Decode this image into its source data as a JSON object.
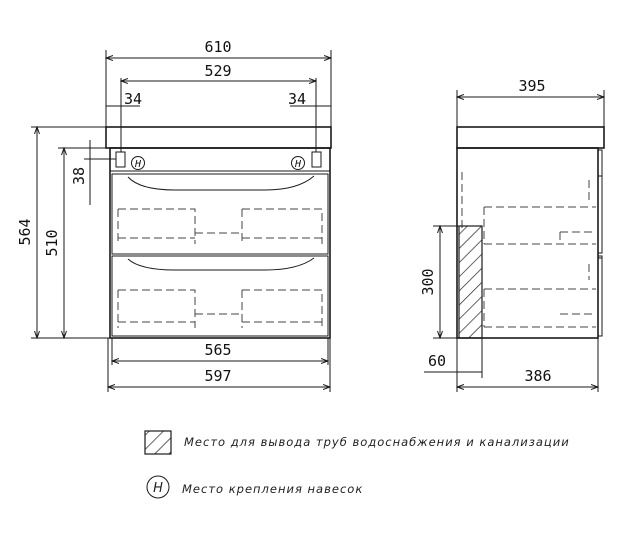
{
  "front_view": {
    "dims": {
      "total_width": "610",
      "inner_width": "529",
      "left_offset": "34",
      "right_offset": "34",
      "total_height": "564",
      "body_height": "510",
      "top_gap": "38",
      "drawer_width": "565",
      "body_width": "597"
    },
    "hanger_symbol": "H"
  },
  "side_view": {
    "dims": {
      "depth_top": "395",
      "depth_body": "386",
      "pipe_height": "300",
      "pipe_offset": "60"
    }
  },
  "legend": [
    {
      "icon": "hatched-square-icon",
      "text": "Место для вывода труб водоснабжения и канализации"
    },
    {
      "icon": "hanger-circle-icon",
      "symbol": "H",
      "text": "Место крепления навесок"
    }
  ]
}
